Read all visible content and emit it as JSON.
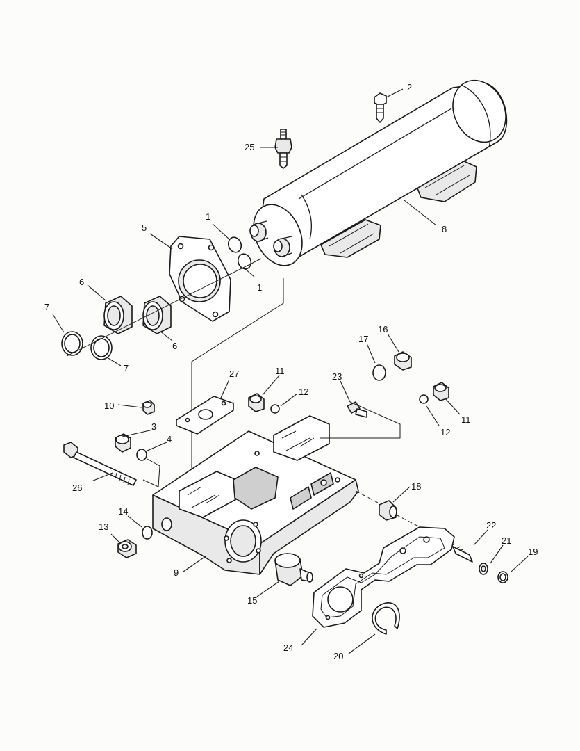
{
  "callouts": [
    {
      "id": "c-1a",
      "label": "1"
    },
    {
      "id": "c-1b",
      "label": "1"
    },
    {
      "id": "c-2",
      "label": "2"
    },
    {
      "id": "c-3",
      "label": "3"
    },
    {
      "id": "c-4",
      "label": "4"
    },
    {
      "id": "c-5",
      "label": "5"
    },
    {
      "id": "c-6a",
      "label": "6"
    },
    {
      "id": "c-6b",
      "label": "6"
    },
    {
      "id": "c-7a",
      "label": "7"
    },
    {
      "id": "c-7b",
      "label": "7"
    },
    {
      "id": "c-8",
      "label": "8"
    },
    {
      "id": "c-9",
      "label": "9"
    },
    {
      "id": "c-10",
      "label": "10"
    },
    {
      "id": "c-11a",
      "label": "11"
    },
    {
      "id": "c-11b",
      "label": "11"
    },
    {
      "id": "c-12a",
      "label": "12"
    },
    {
      "id": "c-12b",
      "label": "12"
    },
    {
      "id": "c-13",
      "label": "13"
    },
    {
      "id": "c-14",
      "label": "14"
    },
    {
      "id": "c-15",
      "label": "15"
    },
    {
      "id": "c-16",
      "label": "16"
    },
    {
      "id": "c-17",
      "label": "17"
    },
    {
      "id": "c-18",
      "label": "18"
    },
    {
      "id": "c-19",
      "label": "19"
    },
    {
      "id": "c-20",
      "label": "20"
    },
    {
      "id": "c-21",
      "label": "21"
    },
    {
      "id": "c-22",
      "label": "22"
    },
    {
      "id": "c-23",
      "label": "23"
    },
    {
      "id": "c-24",
      "label": "24"
    },
    {
      "id": "c-25",
      "label": "25"
    },
    {
      "id": "c-26",
      "label": "26"
    },
    {
      "id": "c-27",
      "label": "27"
    }
  ]
}
